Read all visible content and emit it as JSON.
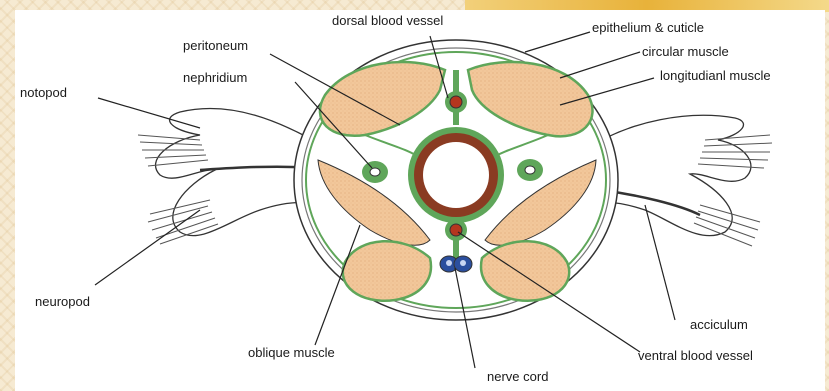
{
  "labels": {
    "dorsal_blood_vessel": "dorsal blood vessel",
    "epithelium_cuticle": "epithelium & cuticle",
    "peritoneum": "peritoneum",
    "circular_muscle": "circular muscle",
    "nephridium": "nephridium",
    "longitudinal_muscle": "longitudianl muscle",
    "notopod": "notopod",
    "neuropod": "neuropod",
    "acciculum": "acciculum",
    "oblique_muscle": "oblique muscle",
    "ventral_blood_vessel": "ventral blood vessel",
    "nerve_cord": "nerve cord"
  },
  "colors": {
    "muscle": "#f2c79a",
    "peritoneum": "#5fa65a",
    "blood": "#b5361e",
    "gut_wall": "#8a3b22",
    "nerve": "#2b4f9e",
    "outline": "#333333"
  }
}
